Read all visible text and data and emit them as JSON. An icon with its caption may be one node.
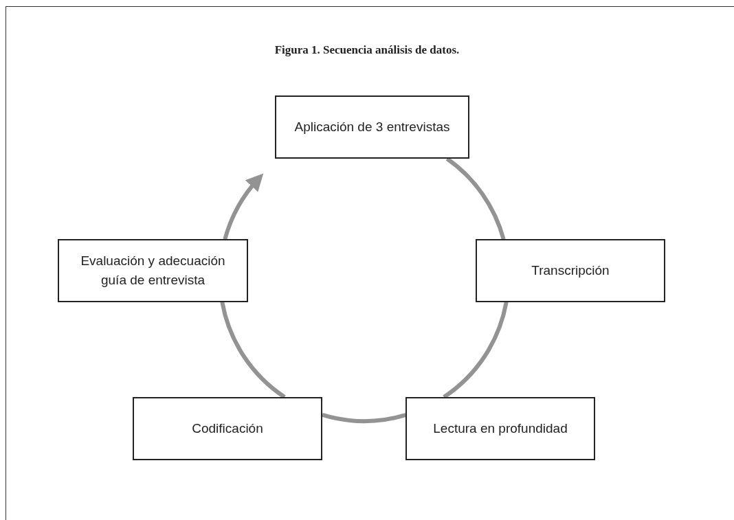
{
  "diagram": {
    "title": "Figura 1. Secuencia análisis de datos.",
    "nodes": [
      {
        "text": [
          "Aplicación de 3 entrevistas"
        ]
      },
      {
        "text": [
          "Transcripción"
        ]
      },
      {
        "text": [
          "Lectura en profundidad"
        ]
      },
      {
        "text": [
          "Codificación"
        ]
      },
      {
        "text": [
          "Evaluación y adecuación guía de entrevista"
        ]
      }
    ],
    "edges": [
      {
        "from": 0,
        "to": 1,
        "arrow": "none"
      },
      {
        "from": 1,
        "to": 2,
        "arrow": "none"
      },
      {
        "from": 2,
        "to": 3,
        "arrow": "none"
      },
      {
        "from": 3,
        "to": 4,
        "arrow": "none"
      },
      {
        "from": 4,
        "to": 0,
        "arrow": "to"
      }
    ]
  }
}
